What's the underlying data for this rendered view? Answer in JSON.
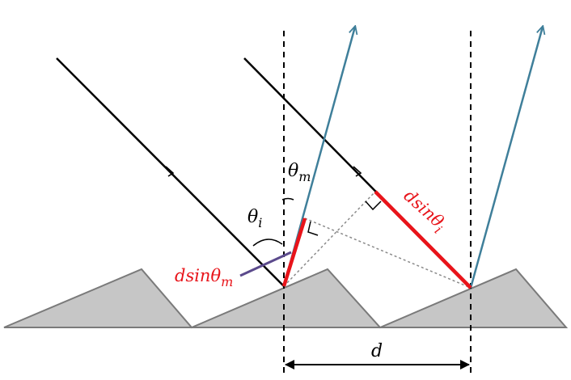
{
  "labels": {
    "theta_i": {
      "base": "θ",
      "sub": "i"
    },
    "theta_m": {
      "base": "θ",
      "sub": "m"
    },
    "dsin_theta_m": {
      "base": "dsinθ",
      "sub": "m"
    },
    "dsin_theta_i": {
      "base": "dsinθ",
      "sub": "i"
    },
    "d": "d"
  },
  "colors": {
    "grating": "#c6c6c6",
    "grating_edge": "#7a7a7a",
    "incident_ray": "#000000",
    "diffracted_ray": "#3f7f9a",
    "path_difference": "#e8141a",
    "normal": "#000000",
    "wavefront": "#5b4a8c",
    "dotted_construction": "#8a8a8a"
  }
}
